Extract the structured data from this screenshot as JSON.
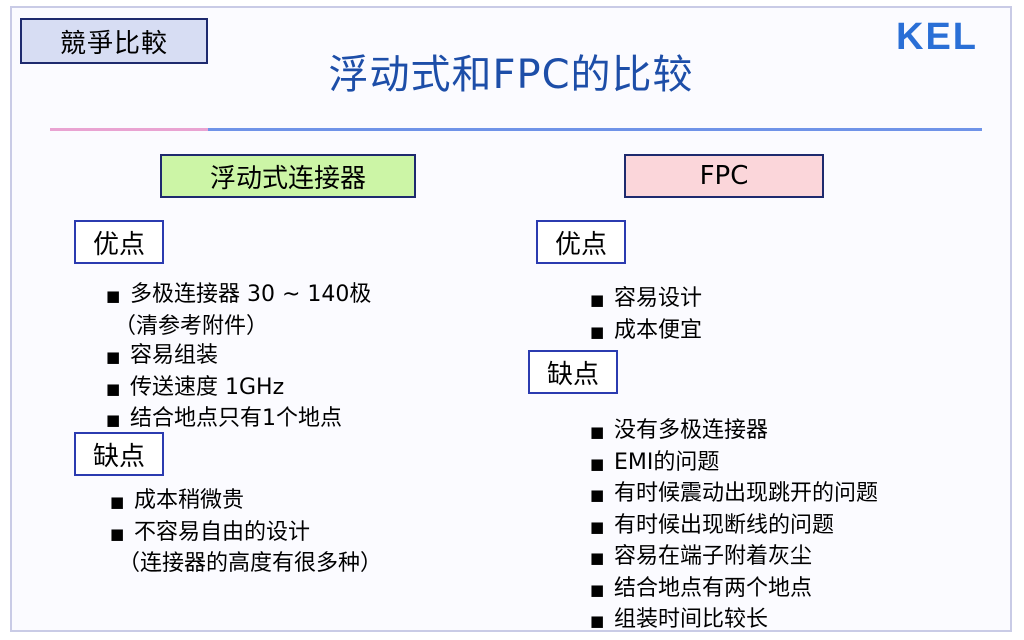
{
  "header": {
    "tag": "競爭比較",
    "title": "浮动式和FPC的比较",
    "logo_text": "KEL",
    "logo_color": "#2a6fd6"
  },
  "left": {
    "heading": "浮动式连接器",
    "pros_label": "优点",
    "pros": [
      {
        "text": "多极连接器 30 ~ 140极",
        "bullet": true
      },
      {
        "text": "（清参考附件）",
        "bullet": false
      },
      {
        "text": "容易组装",
        "bullet": true
      },
      {
        "text": "传送速度  1GHz",
        "bullet": true
      },
      {
        "text": "结合地点只有1个地点",
        "bullet": true
      }
    ],
    "cons_label": "缺点",
    "cons": [
      {
        "text": "成本稍微贵",
        "bullet": true
      },
      {
        "text": "不容易自由的设计",
        "bullet": true
      },
      {
        "text": "（连接器的高度有很多种）",
        "bullet": false
      }
    ]
  },
  "right": {
    "heading": "FPC",
    "pros_label": "优点",
    "pros": [
      {
        "text": "容易设计",
        "bullet": true
      },
      {
        "text": "成本便宜",
        "bullet": true
      }
    ],
    "cons_label": "缺点",
    "cons": [
      {
        "text": "没有多极连接器",
        "bullet": true
      },
      {
        "text": "EMI的问题",
        "bullet": true
      },
      {
        "text": "有时候震动出现跳开的问题",
        "bullet": true
      },
      {
        "text": "有时候出现断线的问题",
        "bullet": true
      },
      {
        "text": "容易在端子附着灰尘",
        "bullet": true
      },
      {
        "text": "结合地点有两个地点",
        "bullet": true
      },
      {
        "text": "组装时间比较长",
        "bullet": true
      }
    ]
  },
  "colors": {
    "title": "#1d4ea8",
    "left_heading_bg": "#ccf5a6",
    "right_heading_bg": "#fbd6da",
    "tag_bg": "#d7ddf3"
  },
  "bullet_glyph": "■"
}
